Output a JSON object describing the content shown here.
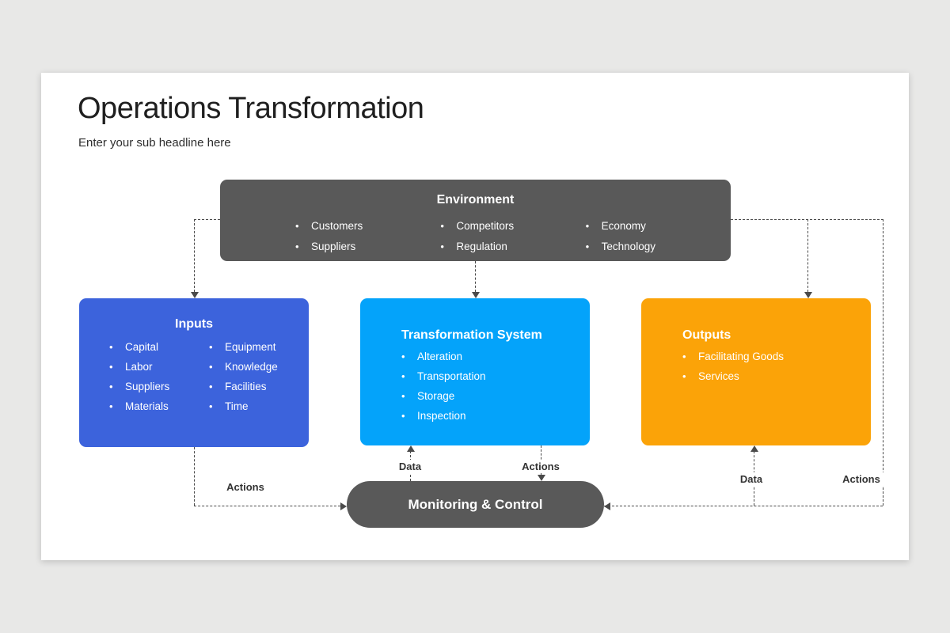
{
  "slide": {
    "title": "Operations Transformation",
    "subtitle": "Enter your sub headline here"
  },
  "colors": {
    "slide_background": "#ffffff",
    "page_background": "#e8e8e7",
    "environment_box": "#595959",
    "inputs_box": "#3c63dc",
    "transformation_box": "#04a3fa",
    "outputs_box": "#fba308",
    "monitoring_pill": "#595959",
    "connector": "#4a4a4a"
  },
  "ui": {
    "bullet_glyph": "•"
  },
  "environment": {
    "title": "Environment",
    "columns": [
      [
        "Customers",
        "Suppliers"
      ],
      [
        "Competitors",
        "Regulation"
      ],
      [
        "Economy",
        "Technology"
      ]
    ]
  },
  "inputs": {
    "title": "Inputs",
    "columns": [
      [
        "Capital",
        "Labor",
        "Suppliers",
        "Materials"
      ],
      [
        "Equipment",
        "Knowledge",
        "Facilities",
        "Time"
      ]
    ]
  },
  "transformation": {
    "title": "Transformation System",
    "items": [
      "Alteration",
      "Transportation",
      "Storage",
      "Inspection"
    ]
  },
  "outputs": {
    "title": "Outputs",
    "items": [
      "Facilitating Goods",
      "Services"
    ]
  },
  "monitoring": {
    "title": "Monitoring & Control"
  },
  "flow_labels": {
    "inputs_to_monitoring": "Actions",
    "monitoring_to_transformation": "Data",
    "transformation_to_monitoring": "Actions",
    "monitoring_to_outputs": "Data",
    "environment_to_monitoring": "Actions"
  }
}
